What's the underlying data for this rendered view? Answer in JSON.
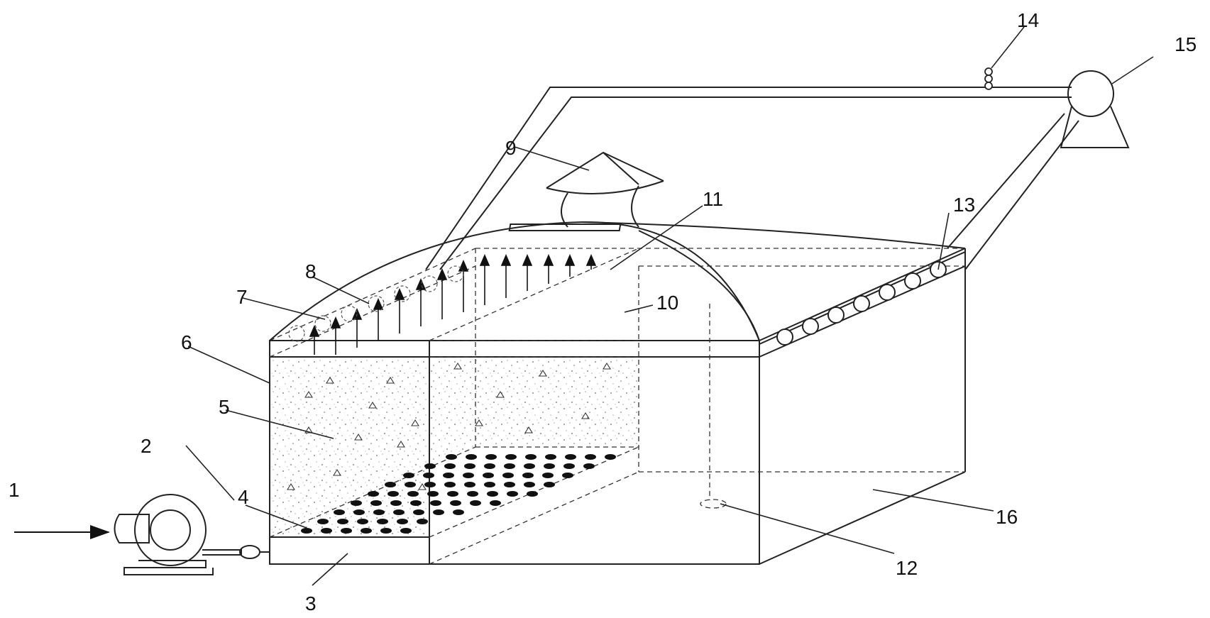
{
  "labels": {
    "l1": "1",
    "l2": "2",
    "l3": "3",
    "l4": "4",
    "l5": "5",
    "l6": "6",
    "l7": "7",
    "l8": "8",
    "l9": "9",
    "l10": "10",
    "l11": "11",
    "l12": "12",
    "l13": "13",
    "l14": "14",
    "l15": "15",
    "l16": "16"
  },
  "colors": {
    "line": "#222222",
    "fill": "#111111"
  }
}
